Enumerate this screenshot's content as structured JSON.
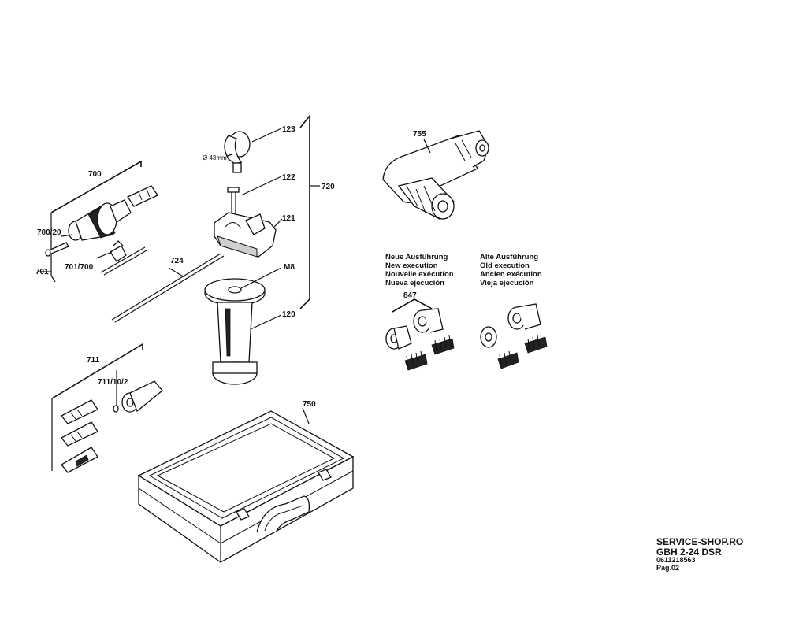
{
  "labels": {
    "p123": "123",
    "dia": "Ø 43mm",
    "p122": "122",
    "p720": "720",
    "p121": "121",
    "p700": "700",
    "p700_20": "700/20",
    "p701": "701",
    "p701_700": "701/700",
    "p724": "724",
    "m8": "M8",
    "p120": "120",
    "p755": "755",
    "p847": "847",
    "p711": "711",
    "p711_10_2": "711/10/2",
    "p750": "750"
  },
  "notes": {
    "new": [
      "Neue Ausführung",
      "New execution",
      "Nouvelle exécution",
      "Nueva ejecución"
    ],
    "old": [
      "Alte Ausführung",
      "Old execution",
      "Ancien exécution",
      "Vieja ejecución"
    ]
  },
  "footer": {
    "shop": "SERVICE-SHOP.RO",
    "model": "GBH 2-24 DSR",
    "number": "0611218563",
    "page": "Pag.02"
  }
}
